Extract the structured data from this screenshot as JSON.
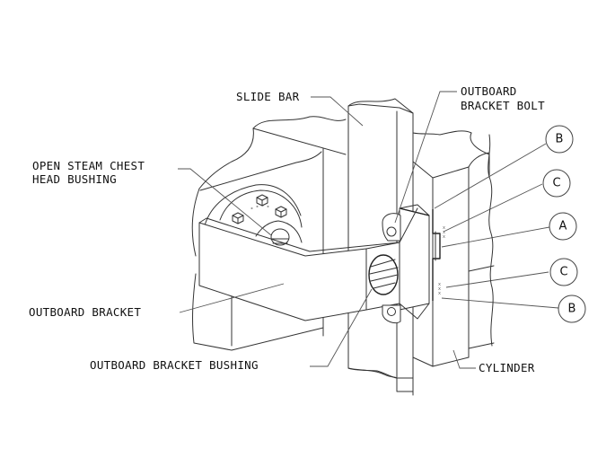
{
  "figure": {
    "labels": {
      "slide_bar": "SLIDE BAR",
      "outboard_bracket_bolt_1": "OUTBOARD",
      "outboard_bracket_bolt_2": "BRACKET BOLT",
      "open_steam_chest_1": "OPEN STEAM CHEST",
      "open_steam_chest_2": "HEAD BUSHING",
      "outboard_bracket": "OUTBOARD BRACKET",
      "outboard_bracket_bushing": "OUTBOARD BRACKET BUSHING",
      "cylinder": "CYLINDER"
    },
    "callouts": [
      "B",
      "C",
      "A",
      "C",
      "B"
    ]
  }
}
